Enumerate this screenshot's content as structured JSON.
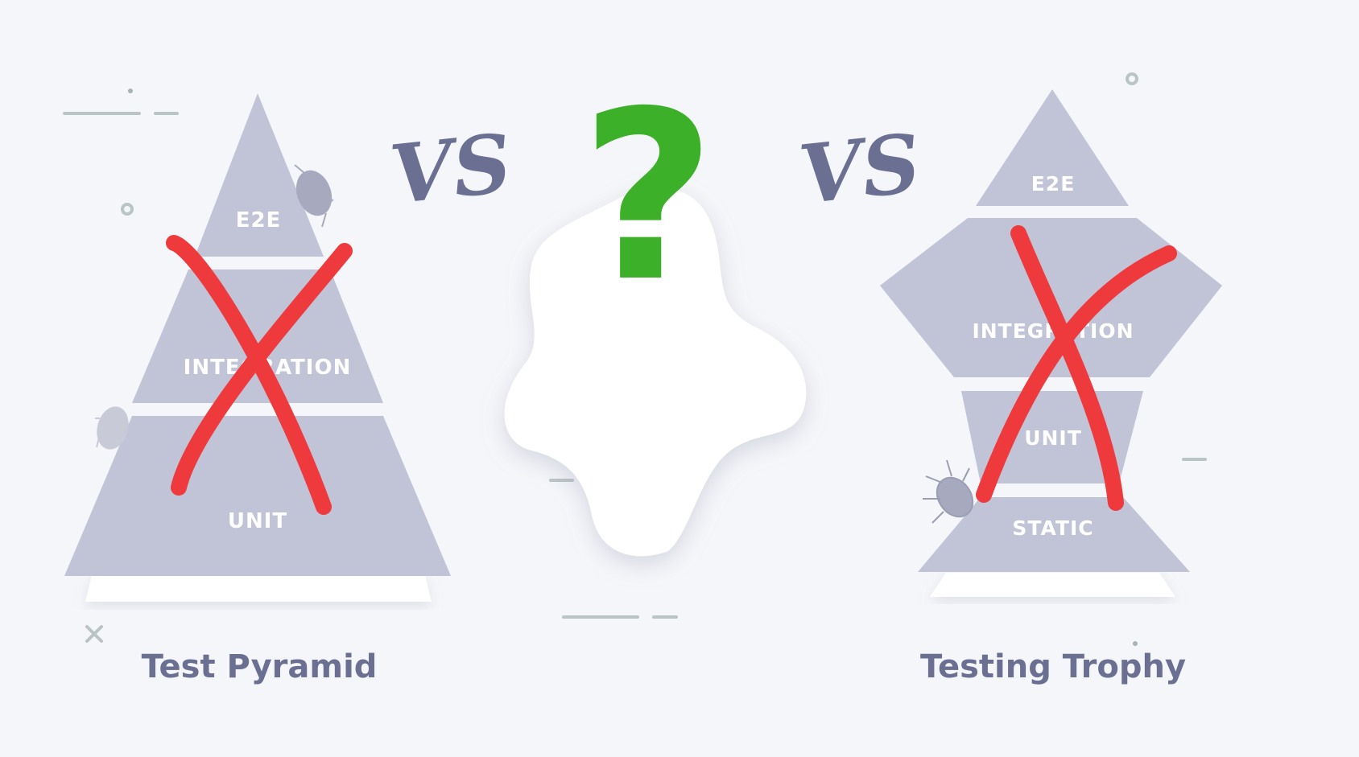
{
  "colors": {
    "background": "#f5f6f9",
    "layer": "#c1c3d7",
    "layer_base": "#ffffff",
    "cross": "#ee3a3d",
    "question": "#3db02a",
    "text_muted": "#6b6f92",
    "decor": "#b9c4c4"
  },
  "pyramid": {
    "caption": "Test Pyramid",
    "layers": [
      "E2E",
      "INTEGRATION",
      "UNIT"
    ],
    "crossed_out": true
  },
  "trophy": {
    "caption": "Testing Trophy",
    "layers": [
      "E2E",
      "INTEGRATION",
      "UNIT",
      "STATIC"
    ],
    "crossed_out": true
  },
  "vs_label": "VS",
  "question": {
    "symbol": "?",
    "icon": "question-mark-icon"
  },
  "icons": [
    "bug-icon",
    "close-icon",
    "circle-icon"
  ]
}
